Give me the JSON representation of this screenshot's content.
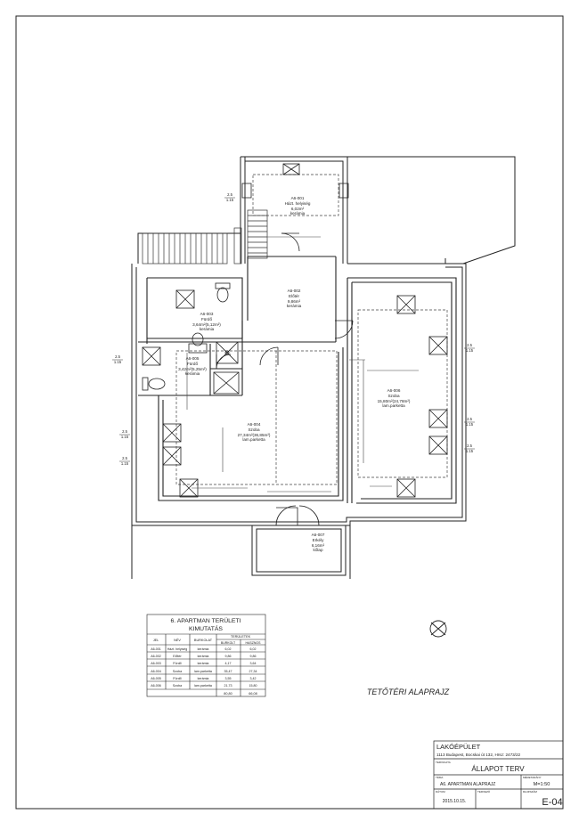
{
  "rooms": [
    {
      "code": "A6-001",
      "name": "Házt. helyiség",
      "area": "6,02m²",
      "floor": "kerámia"
    },
    {
      "code": "A6-002",
      "name": "Előtér",
      "area": "9,86m²",
      "floor": "kerámia"
    },
    {
      "code": "A6-003",
      "name": "Fürdő",
      "area": "3,64m²(5,12m²)",
      "floor": "kerámia"
    },
    {
      "code": "A6-004",
      "name": "Szoba",
      "area": "27,34m²(36,85m²)",
      "floor": "lam.parketta"
    },
    {
      "code": "A6-005",
      "name": "Fürdő",
      "area": "3,42m²(5,25m²)",
      "floor": "kerámia"
    },
    {
      "code": "A6-006",
      "name": "Szoba",
      "area": "15,80m²(24,78m²)",
      "floor": "lam.parketta"
    },
    {
      "code": "A6-007",
      "name": "Erkély",
      "area": "6,16m²",
      "floor": "kőlap"
    }
  ],
  "heights": [
    {
      "a": "2.5",
      "b": "1.15"
    },
    {
      "a": "2.5",
      "b": "1.15"
    },
    {
      "a": "2.5",
      "b": "1.15"
    },
    {
      "a": "2.5",
      "b": "1.15"
    },
    {
      "a": "2.5",
      "b": "1.15"
    },
    {
      "a": "2.5",
      "b": "1.15"
    },
    {
      "a": "2.5",
      "b": "1.15"
    }
  ],
  "area_table": {
    "title_line1": "6. APARTMAN TERÜLETI",
    "title_line2": "KIMUTATÁS",
    "headers": {
      "jel": "JEL",
      "nev": "NÉV",
      "burkolat": "BURKOLAT",
      "teruletek": "TERÜLETEK",
      "burkolt": "BURKOLT",
      "hasznos": "HASZNOS"
    },
    "rows": [
      {
        "jel": "A6-001",
        "nev": "Házt. helyiség",
        "burk": "kerámia",
        "burkolt": "6,02",
        "hasznos": "6,02"
      },
      {
        "jel": "A6-002",
        "nev": "Előtér",
        "burk": "kerámia",
        "burkolt": "9,86",
        "hasznos": "9,86"
      },
      {
        "jel": "A6-003",
        "nev": "Fürdő",
        "burk": "kerámia",
        "burkolt": "4,17",
        "hasznos": "3,64"
      },
      {
        "jel": "A6-004",
        "nev": "Szoba",
        "burk": "lam.parketta",
        "burkolt": "35,47",
        "hasznos": "27,34"
      },
      {
        "jel": "A6-005",
        "nev": "Fürdő",
        "burk": "kerámia",
        "burkolt": "3,55",
        "hasznos": "3,42"
      },
      {
        "jel": "A6-006",
        "nev": "Szoba",
        "burk": "lam.parketta",
        "burkolt": "21,73",
        "hasznos": "15,80"
      }
    ],
    "total_burkolt": "80,80",
    "total_hasznos": "66,08"
  },
  "plan_title": "TETŐTÉRI ALAPRAJZ",
  "title_block": {
    "project": "LAKÓÉPÜLET",
    "address": "1113 Budapest, Bocskai út 132, Hrsz: 2473/22",
    "label_status": "TERVFAJTA",
    "status": "ÁLLAPOT TERV",
    "label_content": "TÉMA",
    "label_scale": "MÉRETARÁNY",
    "content": "A6. APARTMAN ALAPRAJZ",
    "scale": "M=1:50",
    "label_date": "DÁTUM",
    "label_designer": "TERVEZŐ",
    "label_sheet": "RAJZSZÁM",
    "date": "2015.10.15.",
    "sheet": "E-04"
  },
  "colors": {
    "line": "#1a1a1a",
    "wall": "#2a2a2a",
    "dim": "#333333"
  }
}
